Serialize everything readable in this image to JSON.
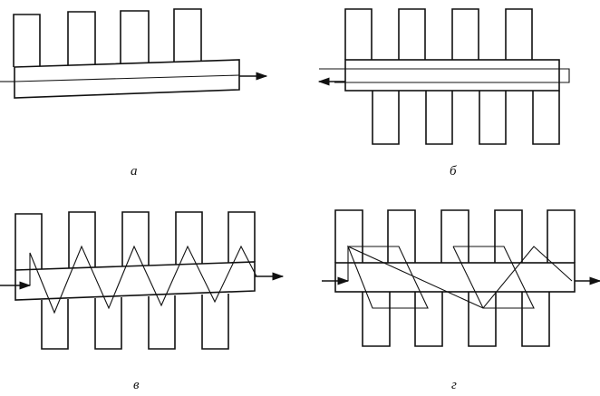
{
  "panels": [
    {
      "id": "a",
      "label": "а"
    },
    {
      "id": "b",
      "label": "б"
    },
    {
      "id": "v",
      "label": "в"
    },
    {
      "id": "g",
      "label": "г"
    }
  ],
  "colors": {
    "line": "#111111",
    "background": "#ffffff"
  }
}
